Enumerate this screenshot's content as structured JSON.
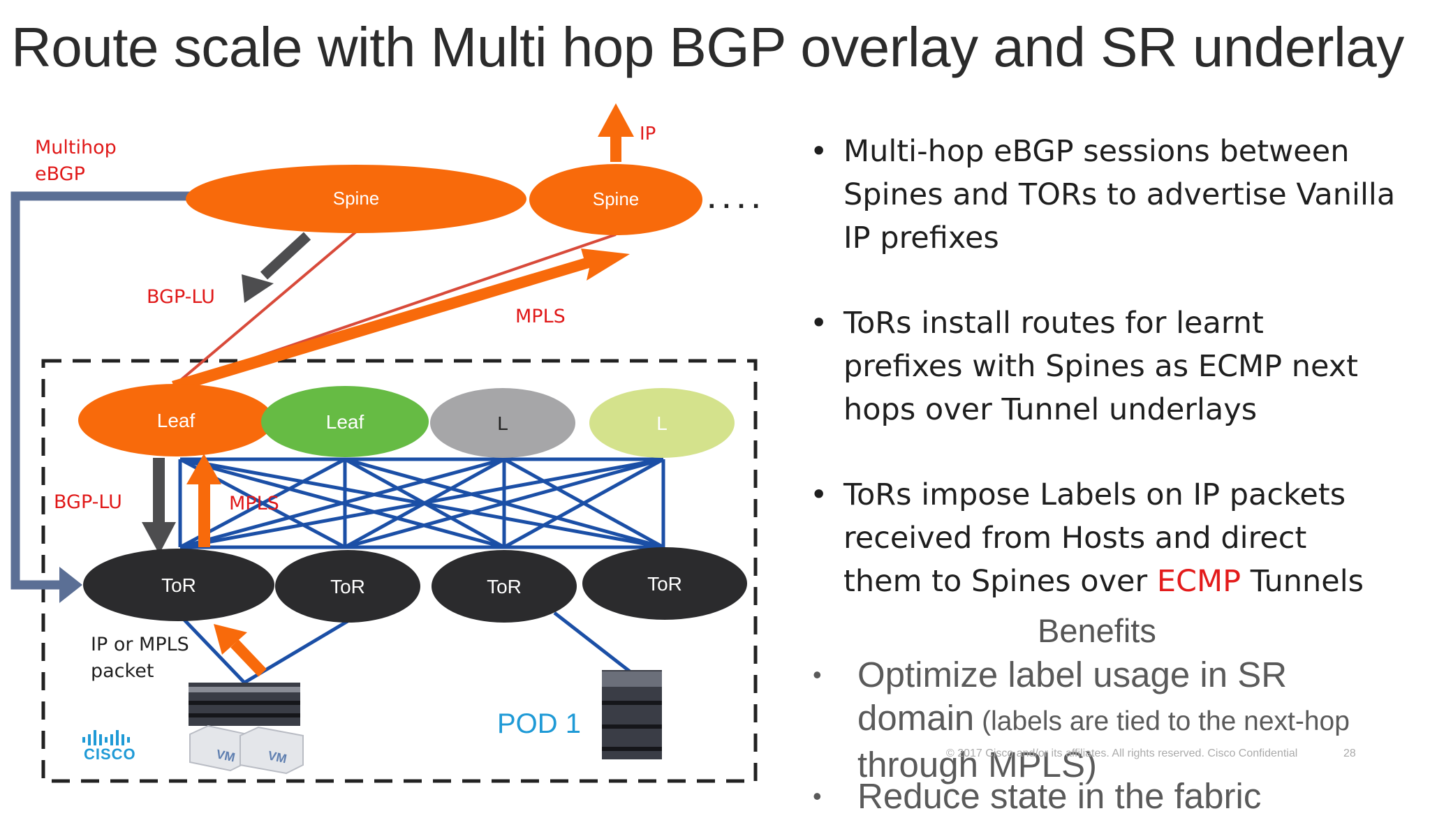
{
  "title": "Route scale with Multi hop BGP overlay and SR underlay",
  "diagram": {
    "spines": [
      "Spine",
      "Spine"
    ],
    "continuation": ". . . .",
    "ip_arrow_label": "IP",
    "multihop_label_line1": "Multihop",
    "multihop_label_line2": "eBGP",
    "bgp_lu_top": "BGP-LU",
    "mpls_top": "MPLS",
    "bgp_lu_left": "BGP-LU",
    "mpls_left": "MPLS",
    "leaves": [
      "Leaf",
      "Leaf",
      "L",
      "L"
    ],
    "tors": [
      "ToR",
      "ToR",
      "ToR",
      "ToR"
    ],
    "packet_label_line1": "IP or MPLS",
    "packet_label_line2": "packet",
    "pod_label": "POD 1",
    "vm_labels": [
      "VM",
      "VM"
    ],
    "logo_text": "CISCO",
    "colors": {
      "orange": "#f86a0b",
      "green": "#66bb44",
      "gray_leaf": "#a6a6a8",
      "lime_leaf": "#d4e28c",
      "tor": "#2b2b2d",
      "mesh_blue": "#1b4fa6",
      "multihop_line": "#5b6f95",
      "red_label": "#e01818",
      "pod_blue": "#1f9ad6"
    }
  },
  "bullets": [
    {
      "line1": "Multi-hop eBGP sessions between",
      "line2": "Spines and TORs to advertise Vanilla",
      "line3": "IP prefixes"
    },
    {
      "line1": "ToRs install routes for learnt",
      "line2": "prefixes with Spines as ECMP next",
      "line3": "hops over Tunnel underlays"
    },
    {
      "line1": "ToRs impose Labels on IP packets",
      "line2": "received from Hosts and direct",
      "line3_pre": "them to Spines over ",
      "line3_red": "ECMP",
      "line3_post": " Tunnels"
    }
  ],
  "benefits": {
    "title": "Benefits",
    "items": [
      {
        "line1": "Optimize label usage in SR",
        "line2": "domain",
        "line2_note": " (labels are tied to the next-hop",
        "line3": "through MPLS)"
      },
      {
        "line1": "Reduce state in the fabric"
      }
    ]
  },
  "footer": "© 2017 Cisco and/or its affiliates. All rights reserved.   Cisco Confidential",
  "page_number": "28"
}
